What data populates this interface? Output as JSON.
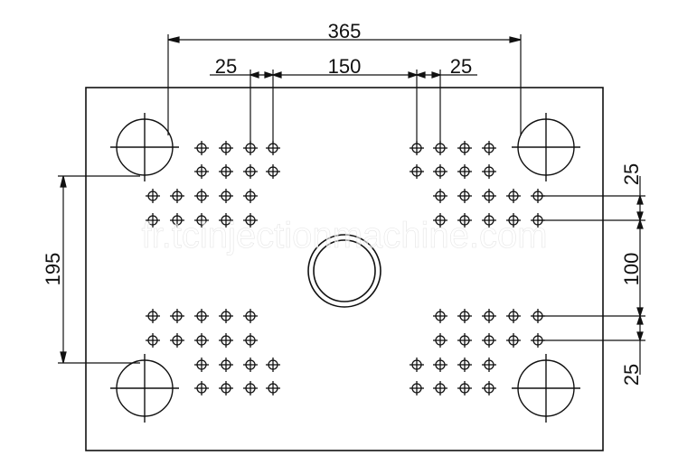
{
  "drawing": {
    "dimensions": {
      "top_overall": "365",
      "top_left_pitch": "25",
      "top_center": "150",
      "top_right_pitch": "25",
      "left_vertical": "195",
      "right_top_pitch": "25",
      "right_center": "100",
      "right_bottom_pitch": "25"
    },
    "watermark": "fr.tcinjectionmachine.com",
    "colors": {
      "line": "#111111",
      "background": "#ffffff"
    }
  }
}
